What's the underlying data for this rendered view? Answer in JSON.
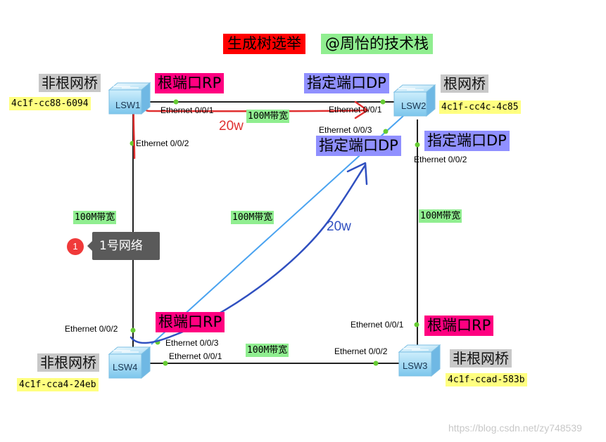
{
  "title": {
    "main": "生成树选举",
    "author": "@周怡的技术栈"
  },
  "switches": {
    "lsw1": {
      "name": "LSW1",
      "role": "非根网桥",
      "mac": "4c1f-cc88-6094"
    },
    "lsw2": {
      "name": "LSW2",
      "role": "根网桥",
      "mac": "4c1f-cc4c-4c85"
    },
    "lsw3": {
      "name": "LSW3",
      "role": "非根网桥",
      "mac": "4c1f-ccad-583b"
    },
    "lsw4": {
      "name": "LSW4",
      "role": "非根网桥",
      "mac": "4c1f-cca4-24eb"
    }
  },
  "ports": {
    "lsw1_rp": "根端口RP",
    "lsw2_dp_top": "指定端口DP",
    "lsw2_dp_mid": "指定端口DP",
    "lsw2_dp_right": "指定端口DP",
    "lsw4_rp": "根端口RP",
    "lsw3_rp": "根端口RP"
  },
  "interfaces": {
    "lsw1_001": "Ethernet 0/0/1",
    "lsw1_002": "Ethernet 0/0/2",
    "lsw2_001": "Ethernet 0/0/1",
    "lsw2_003": "Ethernet 0/0/3",
    "lsw2_002": "Ethernet 0/0/2",
    "lsw4_002": "Ethernet 0/0/2",
    "lsw4_003": "Ethernet 0/0/3",
    "lsw4_001": "Ethernet 0/0/1",
    "lsw3_001": "Ethernet 0/0/1",
    "lsw3_002": "Ethernet 0/0/2"
  },
  "bandwidth": {
    "top": "100M带宽",
    "left": "100M带宽",
    "diag": "100M带宽",
    "right": "100M带宽",
    "bottom": "100M带宽"
  },
  "costs": {
    "red": "20w",
    "blue": "20w"
  },
  "annotation": {
    "badge": "1",
    "text": "1号网络"
  },
  "watermark": "https://blog.csdn.net/zy748539",
  "colors": {
    "red_highlight": "#ff0000",
    "green_highlight": "#90ee90",
    "rp_pink": "#ff0080",
    "dp_purple": "#9090ff",
    "mac_yellow": "#ffff80",
    "link_dark": "#222222",
    "diag_link_blue": "#4aa3f0",
    "port_green": "#66cc33",
    "red_path": "#e03030",
    "blue_path": "#3050c0"
  },
  "icons": {
    "switch": "switch-icon",
    "arrow": "arrow-icon"
  }
}
